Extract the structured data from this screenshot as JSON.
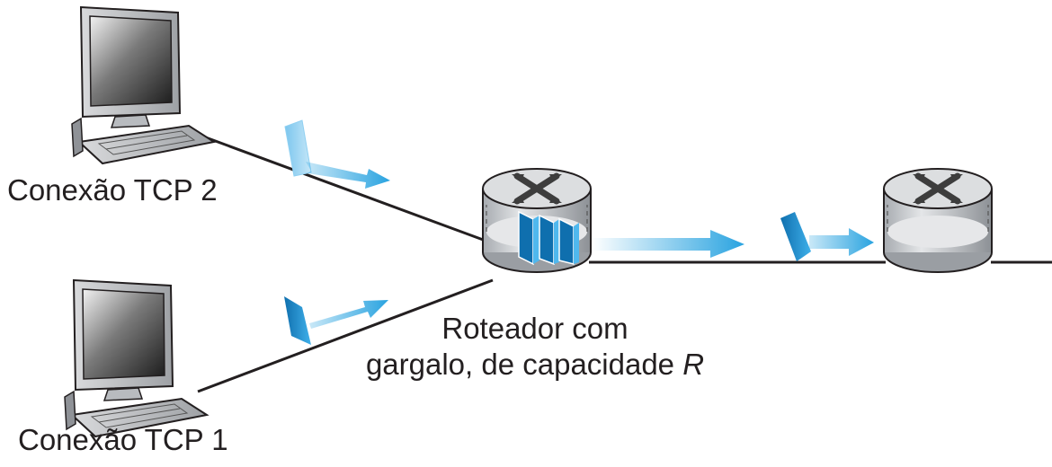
{
  "labels": {
    "tcp_connection_2": "Conexão TCP 2",
    "tcp_connection_1": "Conexão TCP 1",
    "router_line1": "Roteador com",
    "router_line2_prefix": "gargalo, de capacidade ",
    "router_capacity_symbol": "R"
  },
  "colors": {
    "link": "#231f20",
    "packet": "#1f8fd0",
    "packet_arrow": "#29a3e0",
    "router_body": "#c8ccd0",
    "router_queue": "#e6e7e9"
  },
  "icons": {
    "computer": "computer-icon",
    "router": "router-icon"
  },
  "queue_packets_at_bottleneck": 3
}
